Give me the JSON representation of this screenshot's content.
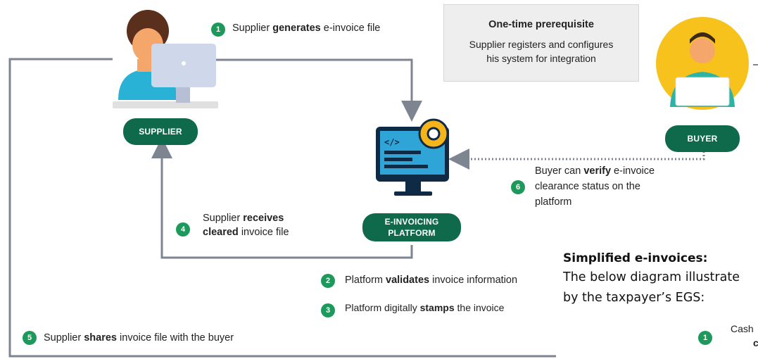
{
  "actors": {
    "supplier_label": "SUPPLIER",
    "platform_label_line1": "E-INVOICING",
    "platform_label_line2": "PLATFORM",
    "buyer_label": "BUYER"
  },
  "prerequisite": {
    "title": "One-time prerequisite",
    "desc_line1": "Supplier registers and configures",
    "desc_line2": "his system for integration"
  },
  "steps": [
    {
      "num": "1",
      "pre": "Supplier ",
      "bold": "generates",
      "post": " e-invoice file"
    },
    {
      "num": "2",
      "pre": "Platform ",
      "bold": "validates",
      "post": " invoice information"
    },
    {
      "num": "3",
      "pre": "Platform digitally ",
      "bold": "stamps",
      "post": " the invoice"
    },
    {
      "num": "4",
      "l1_pre": "Supplier ",
      "l1_bold": "receives",
      "l2_bold": "cleared",
      "l2_post": " invoice file"
    },
    {
      "num": "5",
      "pre": "Supplier ",
      "bold": "shares",
      "post": " invoice file with the buyer"
    },
    {
      "num": "6",
      "l1_pre": "Buyer can ",
      "l1_bold": "verify",
      "l1_post": " e-invoice",
      "l2": "clearance status on the",
      "l3": "platform"
    }
  ],
  "simplified": {
    "heading": "Simplified e-invoices:",
    "line1": "The below diagram illustrate",
    "line2": "by the taxpayer’s EGS:",
    "step_num": "1",
    "step_text_partial": "Cash",
    "step_text_partial2": "c"
  },
  "colors": {
    "pill_green": "#0e6a4a",
    "number_green": "#1d9a5b",
    "arrow_gray": "#7d8590",
    "buyer_circle": "#f7c21b"
  }
}
